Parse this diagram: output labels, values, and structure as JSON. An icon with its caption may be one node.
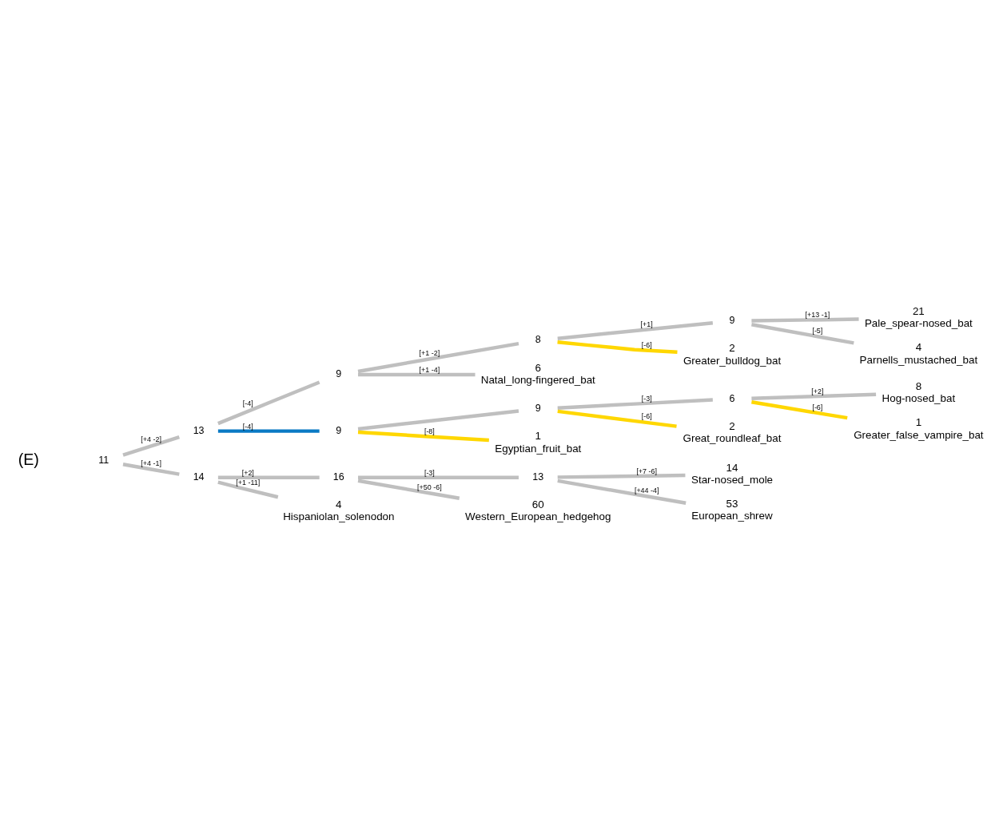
{
  "diagram": {
    "nodes": [
      {
        "text": [
          "11"
        ]
      },
      {
        "text": [
          "13"
        ]
      },
      {
        "text": [
          "9"
        ]
      },
      {
        "text": [
          "8"
        ]
      },
      {
        "text": [
          "9"
        ]
      },
      {
        "text": [
          "21",
          "Pale_spear-nosed_bat"
        ]
      },
      {
        "text": [
          "4",
          "Parnells_mustached_bat"
        ]
      },
      {
        "text": [
          "2",
          "Greater_bulldog_bat"
        ]
      },
      {
        "text": [
          "6",
          "Natal_long-fingered_bat"
        ]
      },
      {
        "text": [
          "9"
        ]
      },
      {
        "text": [
          "9"
        ]
      },
      {
        "text": [
          "6"
        ]
      },
      {
        "text": [
          "8",
          "Hog-nosed_bat"
        ]
      },
      {
        "text": [
          "1",
          "Greater_false_vampire_bat"
        ]
      },
      {
        "text": [
          "2",
          "Great_roundleaf_bat"
        ]
      },
      {
        "text": [
          "1",
          "Egyptian_fruit_bat"
        ]
      },
      {
        "text": [
          "14"
        ]
      },
      {
        "text": [
          "16"
        ]
      },
      {
        "text": [
          "13"
        ]
      },
      {
        "text": [
          "14",
          "Star-nosed_mole"
        ]
      },
      {
        "text": [
          "53",
          "European_shrew"
        ]
      },
      {
        "text": [
          "60",
          "Western_European_hedgehog"
        ]
      },
      {
        "text": [
          "4",
          "Hispaniolan_solenodon"
        ]
      }
    ],
    "edges": [
      {
        "from": 0,
        "to": 1,
        "arrow": "none",
        "label": "[+4 -2]"
      },
      {
        "from": 1,
        "to": 2,
        "arrow": "none",
        "label": "[-4]"
      },
      {
        "from": 2,
        "to": 3,
        "arrow": "none",
        "label": "[+1 -2]"
      },
      {
        "from": 3,
        "to": 4,
        "arrow": "none",
        "label": "[+1]"
      },
      {
        "from": 4,
        "to": 5,
        "arrow": "none",
        "label": "[+13 -1]"
      },
      {
        "from": 4,
        "to": 6,
        "arrow": "none",
        "label": "[-5]"
      },
      {
        "from": 3,
        "to": 7,
        "arrow": "none",
        "label": "[-6]",
        "color": "#ffd700"
      },
      {
        "from": 2,
        "to": 8,
        "arrow": "none",
        "label": "[+1 -4]"
      },
      {
        "from": 1,
        "to": 9,
        "arrow": "none",
        "label": "[-4]",
        "color": "#0a7ac4"
      },
      {
        "from": 9,
        "to": 10,
        "arrow": "none"
      },
      {
        "from": 10,
        "to": 11,
        "arrow": "none",
        "label": "[-3]"
      },
      {
        "from": 11,
        "to": 12,
        "arrow": "none",
        "label": "[+2]"
      },
      {
        "from": 11,
        "to": 13,
        "arrow": "none",
        "label": "[-6]",
        "color": "#ffd700"
      },
      {
        "from": 10,
        "to": 14,
        "arrow": "none",
        "label": "[-6]",
        "color": "#ffd700"
      },
      {
        "from": 9,
        "to": 15,
        "arrow": "none",
        "label": "[-8]",
        "color": "#ffd700"
      },
      {
        "from": 0,
        "to": 16,
        "arrow": "none",
        "label": "[+4 -1]"
      },
      {
        "from": 16,
        "to": 17,
        "arrow": "none",
        "label": "[+2]"
      },
      {
        "from": 17,
        "to": 18,
        "arrow": "none",
        "label": "[-3]"
      },
      {
        "from": 18,
        "to": 19,
        "arrow": "none",
        "label": "[+7 -6]"
      },
      {
        "from": 18,
        "to": 20,
        "arrow": "none",
        "label": "[+44 -4]"
      },
      {
        "from": 17,
        "to": 21,
        "arrow": "none",
        "label": "[+50 -6]"
      },
      {
        "from": 16,
        "to": 22,
        "arrow": "none",
        "label": "[+1 -11]"
      }
    ],
    "labels": [
      "(E)"
    ]
  }
}
